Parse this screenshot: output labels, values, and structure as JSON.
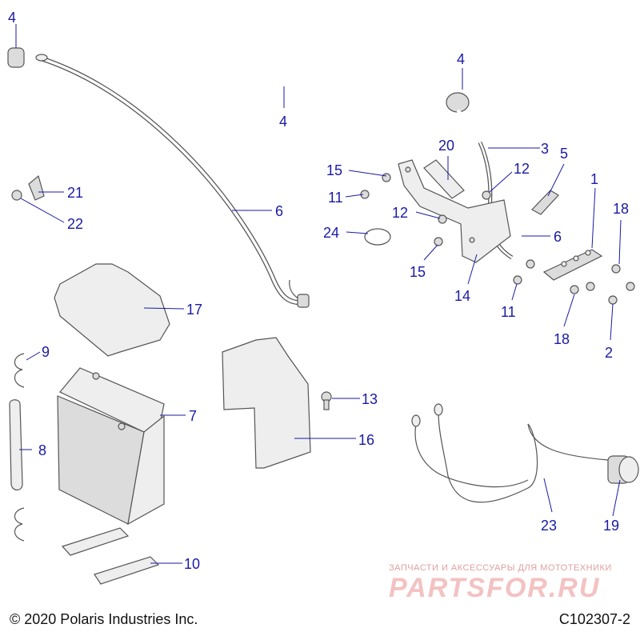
{
  "diagram": {
    "callouts": [
      {
        "id": "c4a",
        "text": "4"
      },
      {
        "id": "c4b",
        "text": "4"
      },
      {
        "id": "c4c",
        "text": "4"
      },
      {
        "id": "c20",
        "text": "20"
      },
      {
        "id": "c3",
        "text": "3"
      },
      {
        "id": "c5",
        "text": "5"
      },
      {
        "id": "c1",
        "text": "1"
      },
      {
        "id": "c15a",
        "text": "15"
      },
      {
        "id": "c12a",
        "text": "12"
      },
      {
        "id": "c18a",
        "text": "18"
      },
      {
        "id": "c11a",
        "text": "11"
      },
      {
        "id": "c21",
        "text": "21"
      },
      {
        "id": "c6a",
        "text": "6"
      },
      {
        "id": "c12b",
        "text": "12"
      },
      {
        "id": "c22",
        "text": "22"
      },
      {
        "id": "c24",
        "text": "24"
      },
      {
        "id": "c6b",
        "text": "6"
      },
      {
        "id": "c15b",
        "text": "15"
      },
      {
        "id": "c14",
        "text": "14"
      },
      {
        "id": "c11b",
        "text": "11"
      },
      {
        "id": "c17",
        "text": "17"
      },
      {
        "id": "c18b",
        "text": "18"
      },
      {
        "id": "c2",
        "text": "2"
      },
      {
        "id": "c9",
        "text": "9"
      },
      {
        "id": "c13",
        "text": "13"
      },
      {
        "id": "c7",
        "text": "7"
      },
      {
        "id": "c16",
        "text": "16"
      },
      {
        "id": "c8",
        "text": "8"
      },
      {
        "id": "c23",
        "text": "23"
      },
      {
        "id": "c19",
        "text": "19"
      },
      {
        "id": "c10",
        "text": "10"
      }
    ]
  },
  "footer": {
    "copyright": "© 2020 Polaris Industries Inc.",
    "drawing_code": "C102307-2"
  },
  "watermark": {
    "tagline": "ЗАПЧАСТИ И АКСЕССУАРЫ ДЛЯ МОТОТЕХНИКИ",
    "logo": "PARTSFOR.RU"
  }
}
